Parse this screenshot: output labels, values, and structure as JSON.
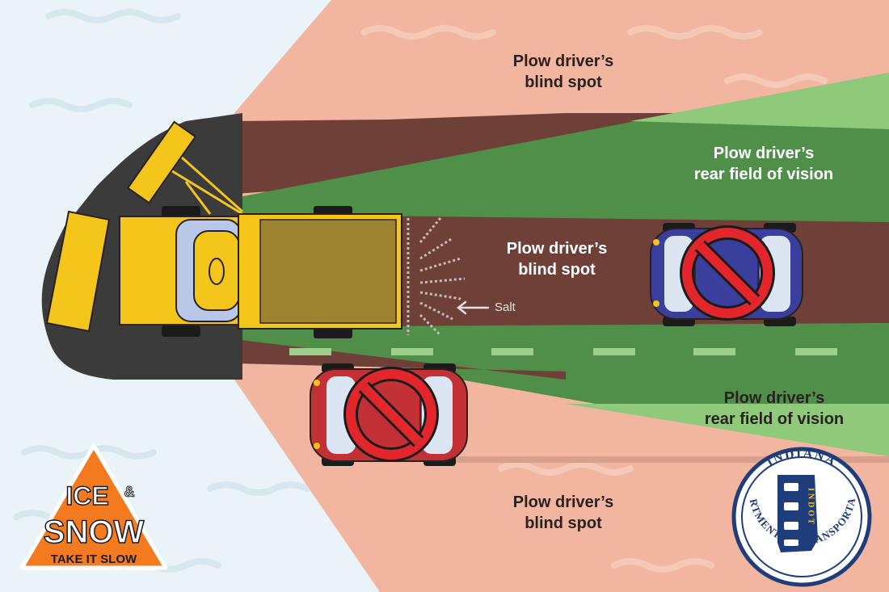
{
  "zones": {
    "blind_spot_top": {
      "line1": "Plow driver’s",
      "line2": "blind spot"
    },
    "rear_vision_top": {
      "line1": "Plow driver’s",
      "line2": "rear field of vision"
    },
    "blind_spot_middle": {
      "line1": "Plow driver’s",
      "line2": "blind spot"
    },
    "rear_vision_bottom": {
      "line1": "Plow driver’s",
      "line2": "rear field of vision"
    },
    "blind_spot_bottom": {
      "line1": "Plow driver’s",
      "line2": "blind spot"
    }
  },
  "salt_label": "Salt",
  "logos": {
    "ice_snow": {
      "line1": "ICE",
      "amp": "&",
      "line2": "SNOW",
      "line3": "TAKE IT SLOW"
    },
    "indot": {
      "arc_top": "INDIANA",
      "arc_bottom": "DEPARTMENT OF TRANSPORTATION",
      "vertical": "INDOT"
    }
  },
  "colors": {
    "snow": "#e9f3f8",
    "blind_spot_light": "#f2b6a0",
    "blind_spot_dark": "#6e4038",
    "vision_green": "#4f8f4a",
    "vision_light_green": "#8fc97a",
    "road": "#3b3b3b",
    "plow_yellow": "#f4c51a",
    "blue_car": "#3a3f9e",
    "red_car": "#c33035",
    "no_sign": "#e2262b",
    "lane_marking": "#9ed08c"
  },
  "icons": [
    "no-entry-sign-icon",
    "salt-arrow-icon",
    "snowplow-icon",
    "car-icon"
  ]
}
